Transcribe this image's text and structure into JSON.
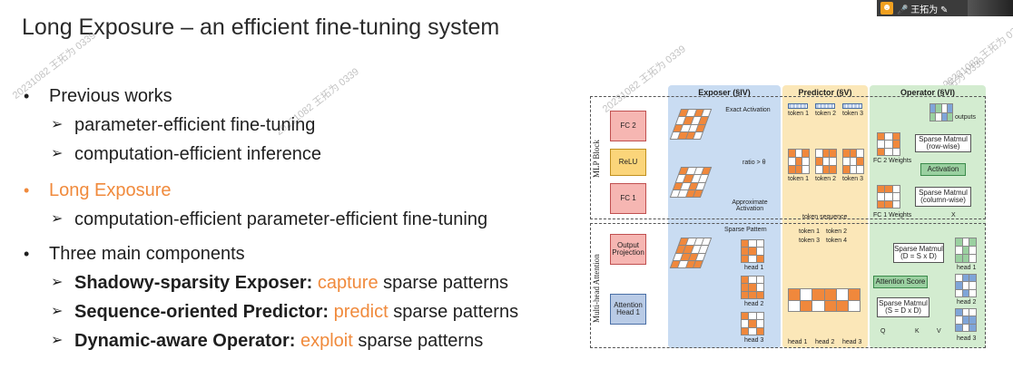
{
  "slide": {
    "title": "Long Exposure – an efficient fine-tuning system",
    "bullets": [
      {
        "bullet": "•",
        "text": "Previous works",
        "style": "normal"
      },
      {
        "arrow": "➢",
        "text": "parameter-efficient fine-tuning"
      },
      {
        "arrow": "➢",
        "text": "computation-efficient inference"
      },
      {
        "bullet": "•",
        "text": "Long Exposure",
        "style": "orange"
      },
      {
        "arrow": "➢",
        "text": "computation-efficient parameter-efficient fine-tuning"
      },
      {
        "bullet": "•",
        "text": "Three main components",
        "style": "normal"
      },
      {
        "arrow": "➢",
        "bold": "Shadowy-sparsity Exposer:",
        "accent": "capture",
        "rest": "sparse patterns"
      },
      {
        "arrow": "➢",
        "bold": "Sequence-oriented Predictor:",
        "accent": "predict",
        "rest": "sparse patterns"
      },
      {
        "arrow": "➢",
        "bold": "Dynamic-aware Operator:",
        "accent": "exploit",
        "rest": "sparse patterns"
      }
    ],
    "accent_color": "#f08a3c"
  },
  "watermarks": [
    "20231082 王拓为 0339",
    "20231082 王拓为 0339",
    "20231082 王拓为 0339",
    "20231082 王拓为 0339",
    "20231082 王拓为 0339"
  ],
  "video_tile": {
    "name": "王拓为",
    "icon": "user-icon",
    "mic_icon": "mic-icon"
  },
  "figure": {
    "columns": [
      {
        "title": "Exposer (§IV)",
        "color": "#c9dcf2"
      },
      {
        "title": "Predictor (§V)",
        "color": "#fbe7b8"
      },
      {
        "title": "Operator (§VI)",
        "color": "#d3ecd0"
      }
    ],
    "sections": {
      "mlp": "MLP Block",
      "attn": "Multi-head Attention"
    },
    "mlp_boxes": {
      "fc2": "FC 2",
      "relu": "ReLU",
      "fc1": "FC 1"
    },
    "attn_boxes": {
      "out": "Output Projection",
      "head": "Attention Head 1"
    },
    "exposer": {
      "exact": "Exact Activation",
      "ratio": "ratio > θ",
      "approx": "Approximate Activation",
      "sparse_pattern": "Sparse Pattern",
      "heads": [
        "head 1",
        "head 2",
        "head 3"
      ]
    },
    "predictor": {
      "tokens_top": [
        "token 1",
        "token 2",
        "token 3"
      ],
      "tokens_bottom": [
        "token 1",
        "token 2",
        "token 3"
      ],
      "token_sequence": "token sequence",
      "attn_tokens_top": [
        "token 1",
        "token 2"
      ],
      "attn_tokens_bottom": [
        "token 3",
        "token 4"
      ],
      "heads": [
        "head 1",
        "head 2",
        "head 3"
      ]
    },
    "operator": {
      "outputs": "outputs",
      "fc2w": "FC 2 Weights",
      "fc1w": "FC 1 Weights",
      "sm_row": "Sparse Matmul (row-wise)",
      "act": "Activation",
      "sm_col": "Sparse Matmul (column-wise)",
      "x": "X",
      "sm_dsxd": "Sparse Matmul (D = S x D)",
      "att_score": "Attention Score",
      "sm_sdxd": "Sparse Matmul (S = D x D)",
      "q": "Q",
      "k": "K",
      "v": "V",
      "heads": [
        "head 1",
        "head 2",
        "head 3"
      ]
    }
  }
}
